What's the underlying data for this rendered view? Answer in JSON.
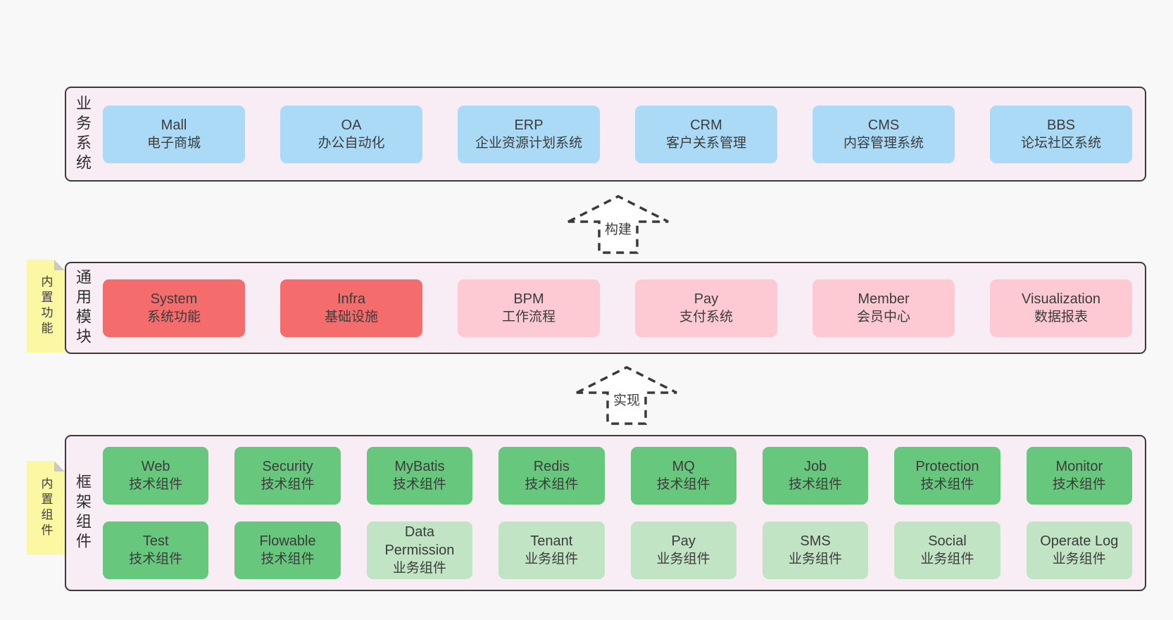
{
  "diagram": {
    "bands": [
      {
        "label": "业务系统",
        "items": [
          {
            "name": "Mall",
            "desc": "电子商城",
            "variant": "blue"
          },
          {
            "name": "OA",
            "desc": "办公自动化",
            "variant": "blue"
          },
          {
            "name": "ERP",
            "desc": "企业资源计划系统",
            "variant": "blue"
          },
          {
            "name": "CRM",
            "desc": "客户关系管理",
            "variant": "blue"
          },
          {
            "name": "CMS",
            "desc": "内容管理系统",
            "variant": "blue"
          },
          {
            "name": "BBS",
            "desc": "论坛社区系统",
            "variant": "blue"
          }
        ]
      },
      {
        "label": "通用模块",
        "sticky": "内置功能",
        "items": [
          {
            "name": "System",
            "desc": "系统功能",
            "variant": "red"
          },
          {
            "name": "Infra",
            "desc": "基础设施",
            "variant": "red"
          },
          {
            "name": "BPM",
            "desc": "工作流程",
            "variant": "pink"
          },
          {
            "name": "Pay",
            "desc": "支付系统",
            "variant": "pink"
          },
          {
            "name": "Member",
            "desc": "会员中心",
            "variant": "pink"
          },
          {
            "name": "Visualization",
            "desc": "数据报表",
            "variant": "pink"
          }
        ]
      },
      {
        "label": "框架组件",
        "sticky": "内置组件",
        "row1": [
          {
            "name": "Web",
            "desc": "技术组件",
            "variant": "green"
          },
          {
            "name": "Security",
            "desc": "技术组件",
            "variant": "green"
          },
          {
            "name": "MyBatis",
            "desc": "技术组件",
            "variant": "green"
          },
          {
            "name": "Redis",
            "desc": "技术组件",
            "variant": "green"
          },
          {
            "name": "MQ",
            "desc": "技术组件",
            "variant": "green"
          },
          {
            "name": "Job",
            "desc": "技术组件",
            "variant": "green"
          },
          {
            "name": "Protection",
            "desc": "技术组件",
            "variant": "green"
          },
          {
            "name": "Monitor",
            "desc": "技术组件",
            "variant": "green"
          }
        ],
        "row2": [
          {
            "name": "Test",
            "desc": "技术组件",
            "variant": "green"
          },
          {
            "name": "Flowable",
            "desc": "技术组件",
            "variant": "green"
          },
          {
            "name": "Data Permission",
            "desc": "业务组件",
            "variant": "green-light"
          },
          {
            "name": "Tenant",
            "desc": "业务组件",
            "variant": "green-light"
          },
          {
            "name": "Pay",
            "desc": "业务组件",
            "variant": "green-light"
          },
          {
            "name": "SMS",
            "desc": "业务组件",
            "variant": "green-light"
          },
          {
            "name": "Social",
            "desc": "业务组件",
            "variant": "green-light"
          },
          {
            "name": "Operate Log",
            "desc": "业务组件",
            "variant": "green-light"
          }
        ]
      }
    ],
    "arrows": [
      {
        "label": "构建"
      },
      {
        "label": "实现"
      }
    ],
    "colors": {
      "background": "#f8f8f8",
      "band_fill": "#f8edf5",
      "band_border": "#3a3a3a",
      "blue": "#aadaf5",
      "red": "#f56c6c",
      "pink": "#fdc9d3",
      "green": "#66c77d",
      "green_light": "#c1e4c5",
      "sticky_yellow": "#fbf7a3",
      "fold_gray": "#c9c9cb",
      "text": "#3c3c3c"
    }
  }
}
